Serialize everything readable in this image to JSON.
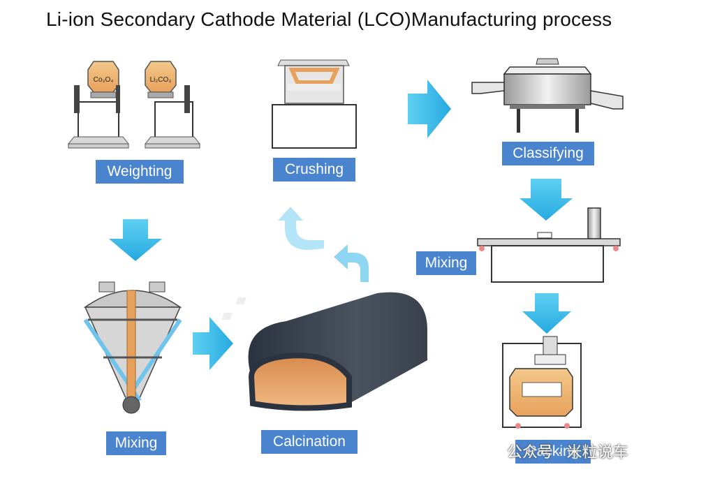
{
  "title": "Li-ion Secondary Cathode Material (LCO)Manufacturing process",
  "steps": {
    "weighting": "Weighting",
    "crushing": "Crushing",
    "classifying": "Classifying",
    "mixing_right": "Mixing",
    "mixing_left": "Mixing",
    "calcination": "Calcination",
    "packing": "Packing"
  },
  "materials": {
    "a": "Co₃O₄",
    "b": "Li₂CO₃"
  },
  "watermark": "公众号 · 米粒说车",
  "colors": {
    "label_bg": "#4a84cf",
    "arrow": "#3cc0ea",
    "arrow_light": "#a8e0f5",
    "orange": "#e8a15c"
  }
}
